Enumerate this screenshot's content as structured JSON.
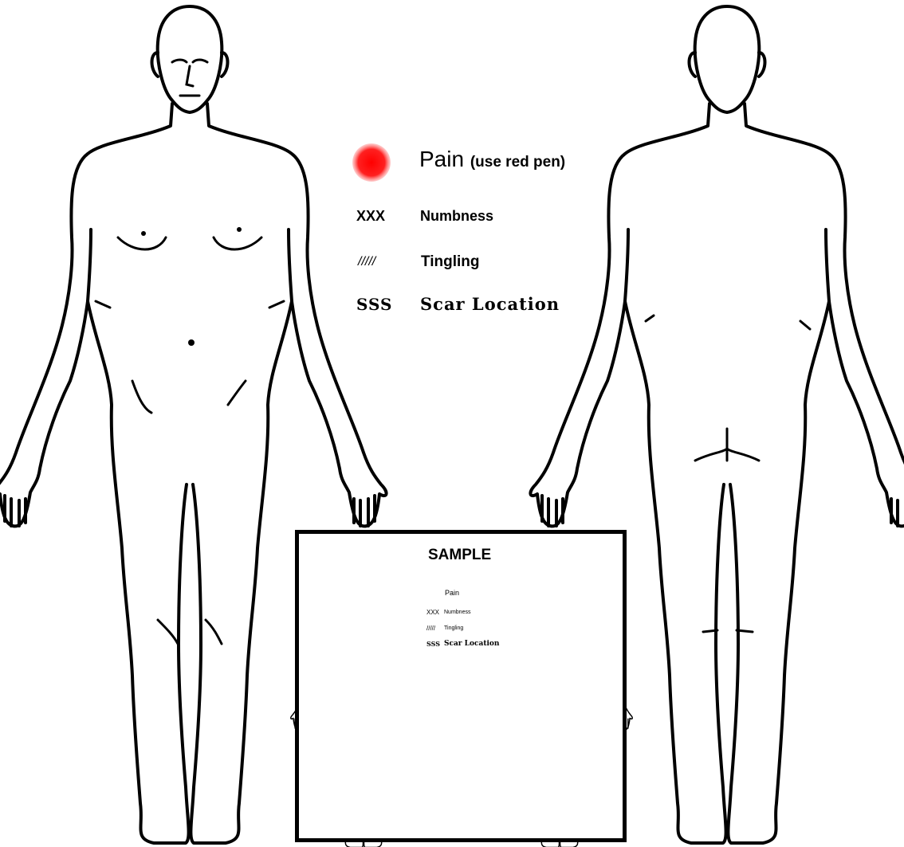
{
  "legend": {
    "pain_label": "Pain",
    "pain_note": "(use red pen)",
    "numbness_symbol": "XXX",
    "numbness_label": "Numbness",
    "tingling_symbol": "/////",
    "tingling_label": "Tingling",
    "scar_symbol": "SSS",
    "scar_label": "Scar Location"
  },
  "sample": {
    "title": "SAMPLE",
    "pain_label": "Pain",
    "numbness_symbol": "XXX",
    "numbness_label": "Numbness",
    "tingling_symbol": "/////",
    "tingling_label": "Tingling",
    "scar_symbol": "SSS",
    "scar_label": "Scar Location"
  },
  "colors": {
    "pain_red": "#ff1a1a",
    "line": "#000000",
    "background": "#ffffff"
  }
}
